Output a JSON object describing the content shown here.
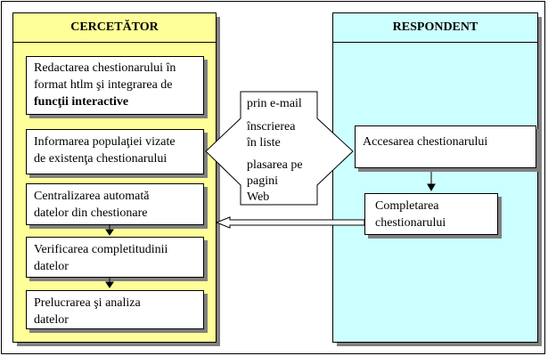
{
  "left_panel": {
    "title": "CERCETĂTOR",
    "steps": [
      {
        "line1": "Redactarea chestionarului în",
        "line2": "format htlm şi integrarea de",
        "line3": "funcţii interactive"
      },
      {
        "line1": "Informarea populaţiei vizate",
        "line2": "de existenţa chestionarului"
      },
      {
        "line1": "Centralizarea automată",
        "line2": "datelor din chestionare"
      },
      {
        "line1": "Verificarea completitudinii",
        "line2": "datelor"
      },
      {
        "line1": "Prelucrarea şi analiza",
        "line2": "datelor"
      }
    ]
  },
  "right_panel": {
    "title": "RESPONDENT",
    "steps": [
      {
        "line1": "Accesarea  chestionarului"
      },
      {
        "line1": "Completarea",
        "line2": "chestionarului"
      }
    ]
  },
  "channel": {
    "items": [
      "prin e-mail",
      "înscrierea",
      "în liste",
      "plasarea pe",
      "pagini",
      "Web"
    ]
  }
}
